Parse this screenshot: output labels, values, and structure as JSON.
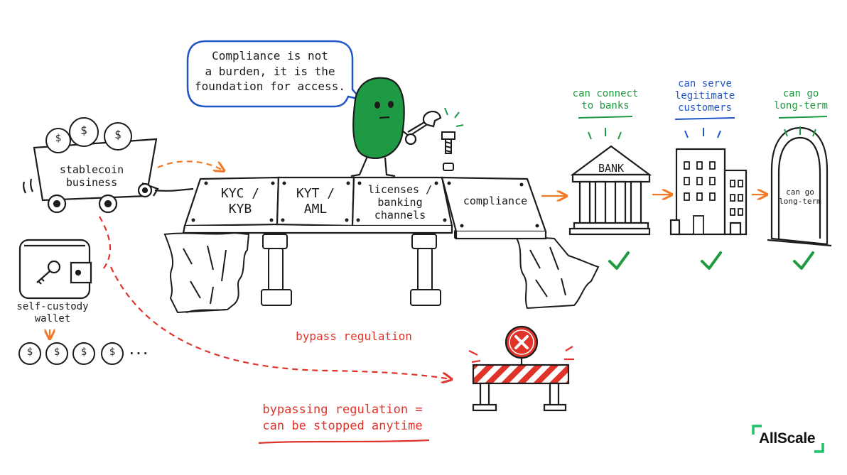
{
  "speech_bubble": "Compliance is not\na burden, it is the\nfoundation for access.",
  "cart_label": "stablecoin\nbusiness",
  "wallet_label": "self-custody\nwallet",
  "coin_symbol": "$",
  "coins_ellipsis": "...",
  "bridge_planks": [
    "KYC /\nKYB",
    "KYT /\nAML",
    "licenses /\nbanking\nchannels",
    "compliance"
  ],
  "benefits": [
    {
      "label": "can connect\nto banks"
    },
    {
      "label": "can serve\nlegitimate\ncustomers"
    },
    {
      "label": "can go\nlong-term"
    }
  ],
  "bank_sign": "BANK",
  "door_sign": "can go\nlong-term",
  "bypass_label": "bypass regulation",
  "warning": "bypassing regulation =\ncan be stopped anytime",
  "brand": "AllScale",
  "colors": {
    "ink": "#1c1c1c",
    "orange_arrow": "#f07a2a",
    "red_path": "#e0342b",
    "check_green": "#1f9a3f",
    "mascot_green": "#1e9a45",
    "bubble_blue": "#1f56c9",
    "brand_green": "#1fc36b"
  },
  "icons": [
    "coin-icon",
    "key-icon",
    "wrench-icon",
    "bolt-icon",
    "checkmark-icon",
    "x-mark-icon"
  ]
}
